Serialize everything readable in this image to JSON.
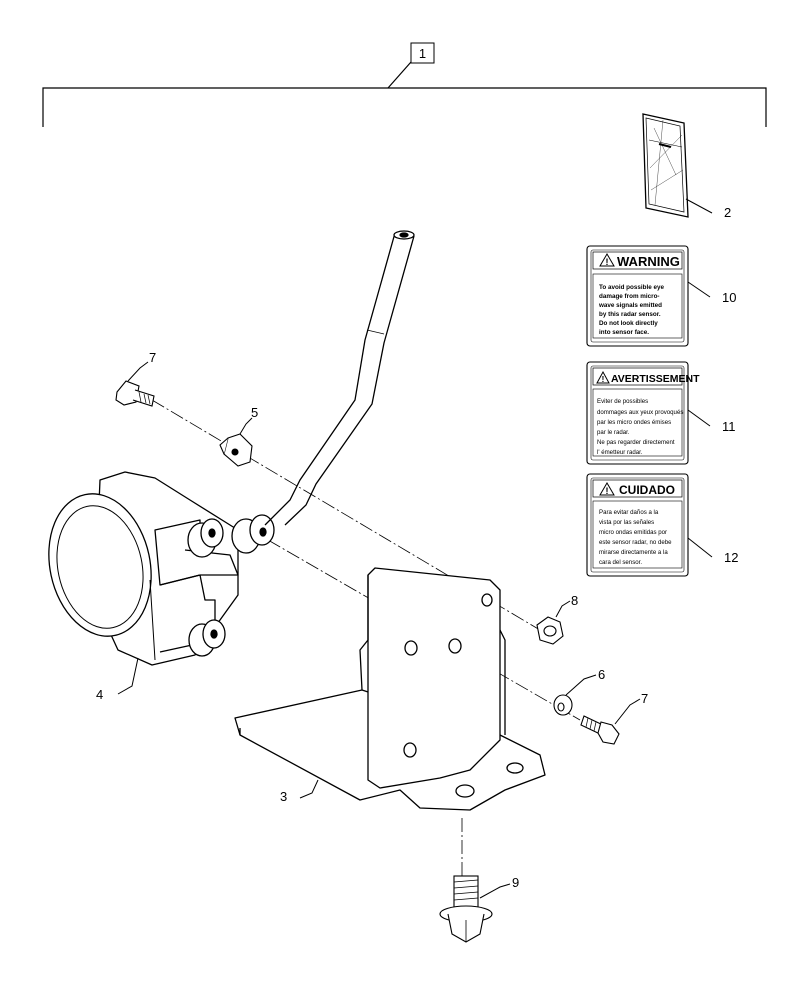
{
  "assembly_callout": "1",
  "callouts": {
    "p2": "2",
    "p3": "3",
    "p4": "4",
    "p5": "5",
    "p6": "6",
    "p7a": "7",
    "p7b": "7",
    "p8": "8",
    "p9": "9",
    "p10": "10",
    "p11": "11",
    "p12": "12"
  },
  "labels": {
    "warning": {
      "title": "WARNING",
      "lines": [
        "To avoid possible eye",
        "damage from micro-",
        "wave signals emitted",
        "by this radar sensor.",
        "Do not look directly",
        "into sensor face."
      ]
    },
    "avertissement": {
      "title": "AVERTISSEMENT",
      "lines": [
        "Eviter de possibles",
        "dommages aux yeux provoqués",
        "par les micro ondes émises",
        "par le radar.",
        "Ne pas regarder directement",
        "l' émetteur radar."
      ]
    },
    "cuidado": {
      "title": "CUIDADO",
      "lines": [
        "Para evitar daños a la",
        "vista por las señales",
        "micro ondas emitidas por",
        "este sensor radar, no debe",
        "mirarse directamente a la",
        "cara del sensor."
      ]
    }
  }
}
